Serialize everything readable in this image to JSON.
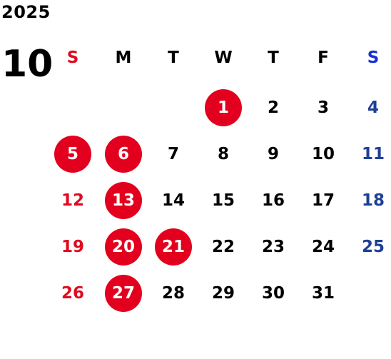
{
  "calendar": {
    "year": "2025",
    "month": "10",
    "weekdays": [
      "S",
      "M",
      "T",
      "W",
      "T",
      "F",
      "S"
    ],
    "colors": {
      "sunday": "#e00a1f",
      "saturday": "#1e3f96",
      "weekday": "#000000",
      "highlight_fill": "#e3001e",
      "highlight_text": "#ffffff"
    },
    "first_weekday_index": 3,
    "days_in_month": 31,
    "highlighted_days": [
      1,
      5,
      6,
      13,
      20,
      21,
      27
    ]
  }
}
